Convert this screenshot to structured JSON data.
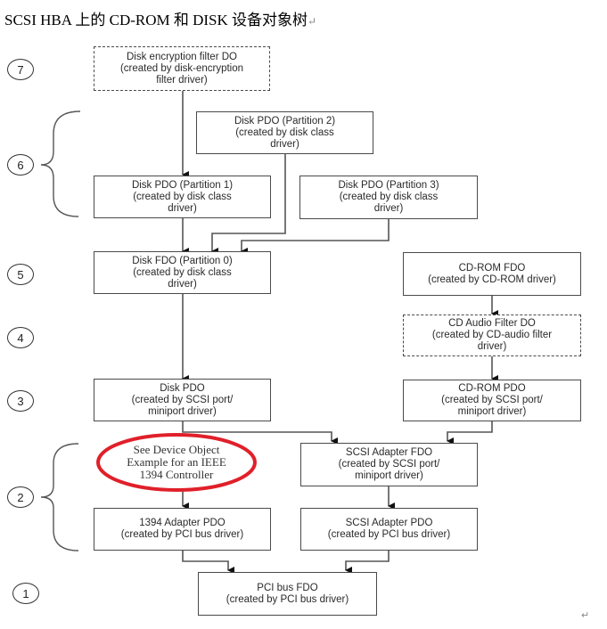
{
  "title": "SCSI HBA 上的 CD-ROM 和 DISK 设备对象树",
  "paragraph_mark": "↵",
  "levels": [
    "7",
    "6",
    "5",
    "4",
    "3",
    "2",
    "1"
  ],
  "nodes": {
    "disk_encryption_filter": {
      "label": "Disk encryption filter DO\n(created by disk-encryption\nfilter driver)",
      "style": "dashed"
    },
    "disk_pdo_p2": {
      "label": "Disk PDO (Partition 2)\n(created by disk class\ndriver)"
    },
    "disk_pdo_p1": {
      "label": "Disk PDO (Partition 1)\n(created by disk class\ndriver)"
    },
    "disk_pdo_p3": {
      "label": "Disk PDO (Partition 3)\n(created by disk class\ndriver)"
    },
    "disk_fdo_p0": {
      "label": "Disk FDO (Partition 0)\n(created by disk class\ndriver)"
    },
    "cdrom_fdo": {
      "label": "CD-ROM FDO\n(created by CD-ROM driver)"
    },
    "cd_audio_filter": {
      "label": "CD Audio Filter DO\n(created by CD-audio filter\ndriver)",
      "style": "dashed"
    },
    "disk_pdo": {
      "label": "Disk PDO\n(created by SCSI port/\nminiport driver)"
    },
    "cdrom_pdo": {
      "label": "CD-ROM PDO\n(created by SCSI port/\nminiport driver)"
    },
    "ieee1394_note": {
      "label": "See Device Object\nExample for an IEEE\n1394 Controller",
      "highlight_color": "#e0202a"
    },
    "scsi_adapter_fdo": {
      "label": "SCSI Adapter FDO\n(created by SCSI port/\nminiport driver)"
    },
    "adapter1394_pdo": {
      "label": "1394 Adapter PDO\n(created by PCI bus driver)"
    },
    "scsi_adapter_pdo": {
      "label": "SCSI Adapter PDO\n(created by PCI bus driver)"
    },
    "pci_bus_fdo": {
      "label": "PCI bus FDO\n(created by PCI bus driver)"
    }
  },
  "edges": [
    [
      "disk_encryption_filter",
      "disk_pdo_p1"
    ],
    [
      "disk_pdo_p1",
      "disk_fdo_p0"
    ],
    [
      "disk_pdo_p2",
      "disk_fdo_p0"
    ],
    [
      "disk_pdo_p3",
      "disk_fdo_p0"
    ],
    [
      "disk_fdo_p0",
      "disk_pdo"
    ],
    [
      "cdrom_fdo",
      "cd_audio_filter"
    ],
    [
      "cd_audio_filter",
      "cdrom_pdo"
    ],
    [
      "disk_pdo",
      "scsi_adapter_fdo"
    ],
    [
      "cdrom_pdo",
      "scsi_adapter_fdo"
    ],
    [
      "ieee1394_note",
      "adapter1394_pdo"
    ],
    [
      "scsi_adapter_fdo",
      "scsi_adapter_pdo"
    ],
    [
      "adapter1394_pdo",
      "pci_bus_fdo"
    ],
    [
      "scsi_adapter_pdo",
      "pci_bus_fdo"
    ]
  ]
}
